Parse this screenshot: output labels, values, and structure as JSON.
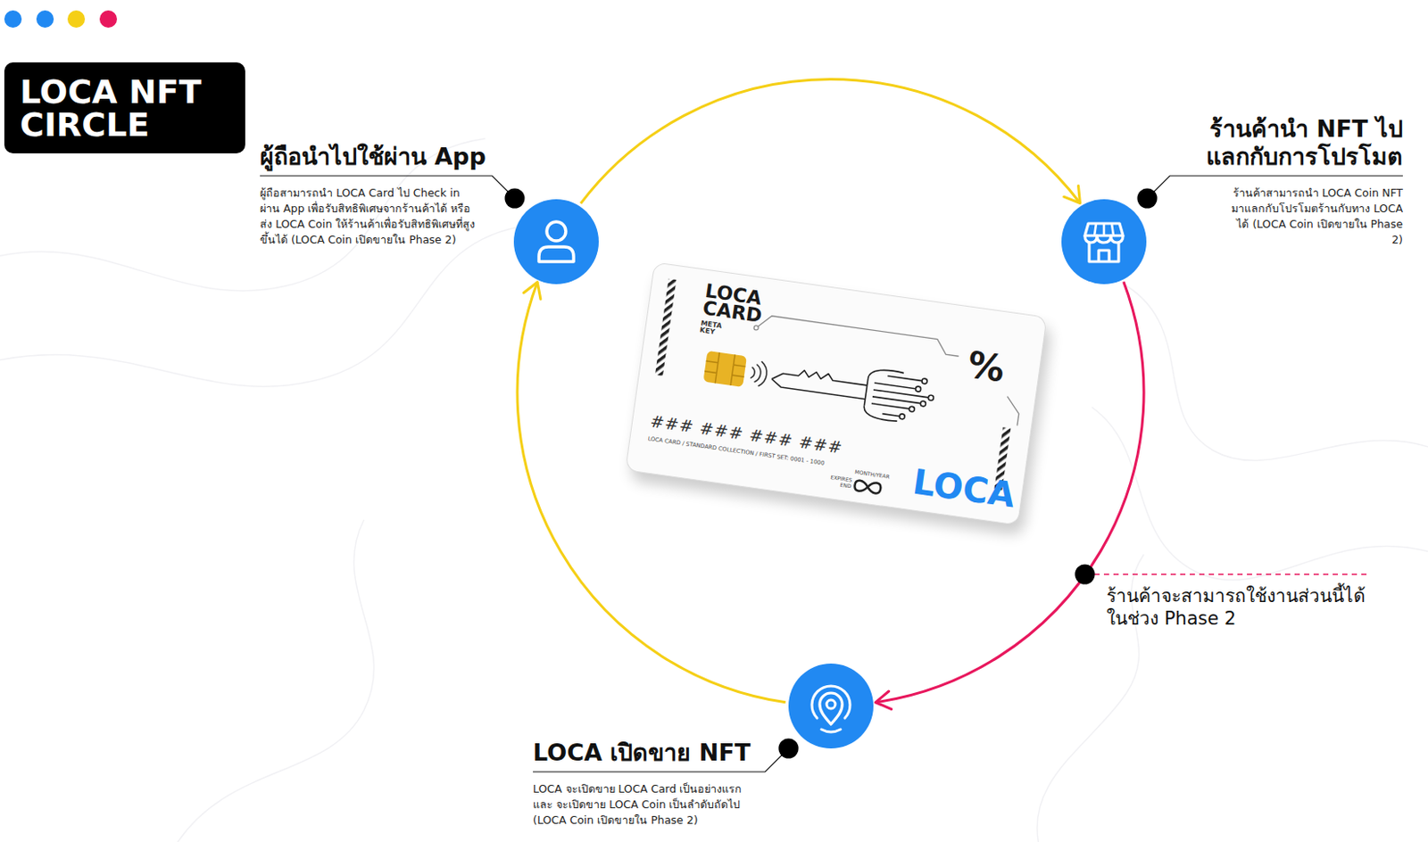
{
  "diagram": {
    "title": "LOCA NFT CIRCLE",
    "nodes": [
      {
        "text": [
          "ผู้ถือนำไปใช้ผ่าน App",
          "ผู้ถือสามารถนำ LOCA Card ไป Check in ผ่าน App เพื่อรับสิทธิพิเศษจากร้านค้าได้ หรือส่ง LOCA Coin ให้ร้านค้าเพื่อรับสิทธิพิเศษที่สูงขึ้นได้ (LOCA Coin เปิดขายใน Phase 2)"
        ]
      },
      {
        "text": [
          "ร้านค้านำ NFT ไปแลกกับการโปรโมต",
          "ร้านค้าสามารถนำ LOCA Coin NFT มาแลกกับโปรโมตร้านกับทาง LOCA ได้ (LOCA Coin เปิดขายใน Phase 2)"
        ]
      },
      {
        "text": [
          "LOCA เปิดขาย NFT",
          "LOCA จะเปิดขาย LOCA Card เป็นอย่างแรก และ จะเปิดขาย LOCA Coin เป็นลำดับถัดไป (LOCA Coin เปิดขายใน Phase 2)"
        ]
      }
    ],
    "edges": [
      {
        "from": 0,
        "to": 1,
        "arrow": "to"
      },
      {
        "from": 1,
        "to": 2,
        "arrow": "to"
      },
      {
        "from": 2,
        "to": 0,
        "arrow": "to"
      }
    ],
    "labels": [
      "ร้านค้าจะสามารถใช้งานส่วนนี้ได้ ในช่วง Phase 2",
      "LOCA CARD",
      "META KEY",
      "%",
      "### ### ### ###",
      "LOCA CARD / STANDARD COLLECTION / FIRST SET: 0001 - 1000",
      "MONTH/YEAR",
      "EXPIRES END",
      "LOCA"
    ]
  }
}
